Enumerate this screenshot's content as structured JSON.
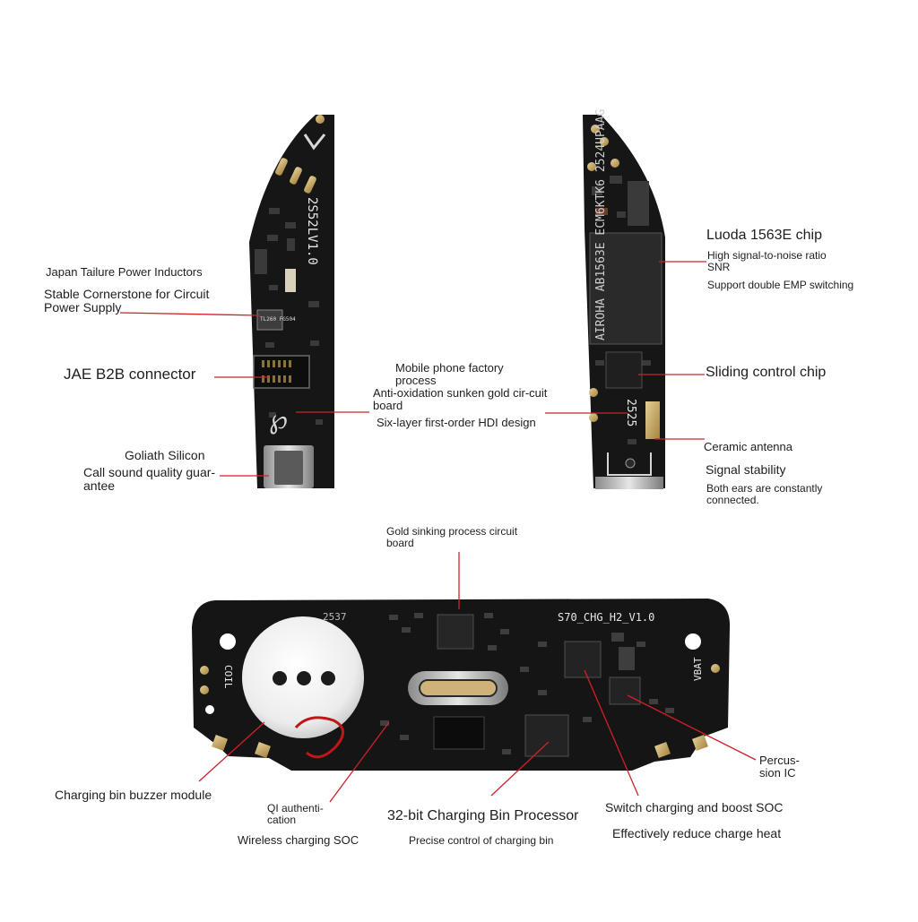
{
  "left_board": {
    "silk_label": "2S52LV1.0",
    "inductor_marking": "TL260 FG504",
    "inductors": {
      "title": "Japan Tailure Power Inductors",
      "subtitle": "Stable Cornerstone for Circuit Power Supply"
    },
    "connector": {
      "title": "JAE B2B connector"
    },
    "mic": {
      "title": "Goliath Silicon",
      "subtitle": "Call sound quality guar-antee"
    },
    "process": {
      "line1": "Mobile phone factory process",
      "line2": "Anti-oxidation sunken gold cir-cuit board",
      "line3": "Six-layer first-order HDI design"
    }
  },
  "right_board": {
    "chip_marking": "AIROHA AB1563E ECM6KTK6 2524UPAAG",
    "silk_label": "2525",
    "chip": {
      "title": "Luoda 1563E chip",
      "line1": "High signal-to-noise ratio SNR",
      "line2": "Support double EMP switching"
    },
    "sliding": {
      "title": "Sliding control chip"
    },
    "antenna": {
      "title": "Ceramic antenna",
      "subtitle": "Signal stability",
      "detail": "Both ears are constantly connected."
    }
  },
  "bottom_board": {
    "silk_label": "S70_CHG_H2_V1.0",
    "silk_number": "2537",
    "coil_label": "COIL",
    "vbat_label": "VBAT",
    "gold": {
      "title": "Gold sinking process circuit board"
    },
    "percussion": {
      "title": "Percus-sion IC"
    },
    "buzzer": {
      "title": "Charging bin buzzer module"
    },
    "qi": {
      "title": "QI authenti-cation",
      "subtitle": "Wireless charging SOC"
    },
    "processor": {
      "title": "32-bit Charging Bin Processor",
      "subtitle": "Precise control of charging bin"
    },
    "switch": {
      "title": "Switch charging and boost SOC",
      "subtitle": "Effectively reduce charge heat"
    }
  },
  "colors": {
    "pcb": "#141414",
    "leader": "#d0202a",
    "gold": "#c9a45a",
    "silk": "#e8e8e8"
  }
}
